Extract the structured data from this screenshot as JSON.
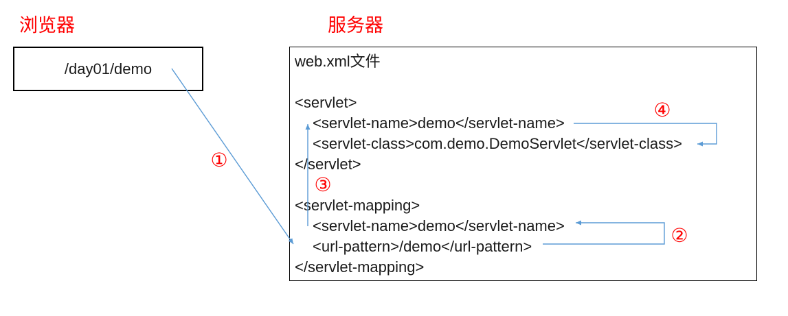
{
  "diagram": {
    "browser": {
      "title": "浏览器",
      "request_url": "/day01/demo"
    },
    "server": {
      "title": "服务器",
      "file_label": "web.xml文件",
      "code_lines": [
        {
          "text": "<servlet>",
          "indent": false
        },
        {
          "text": "<servlet-name>demo</servlet-name>",
          "indent": true
        },
        {
          "text": "<servlet-class>com.demo.DemoServlet</servlet-class>",
          "indent": true
        },
        {
          "text": "</servlet>",
          "indent": false
        },
        {
          "text": "<servlet-mapping>",
          "indent": false
        },
        {
          "text": "<servlet-name>demo</servlet-name>",
          "indent": true
        },
        {
          "text": "<url-pattern>/demo</url-pattern>",
          "indent": true
        },
        {
          "text": "</servlet-mapping>",
          "indent": false
        }
      ]
    },
    "markers": {
      "step1": "①",
      "step2": "②",
      "step3": "③",
      "step4": "④"
    },
    "colors": {
      "arrow_blue": "#5b9bd5",
      "accent_red": "#ff0000"
    }
  }
}
